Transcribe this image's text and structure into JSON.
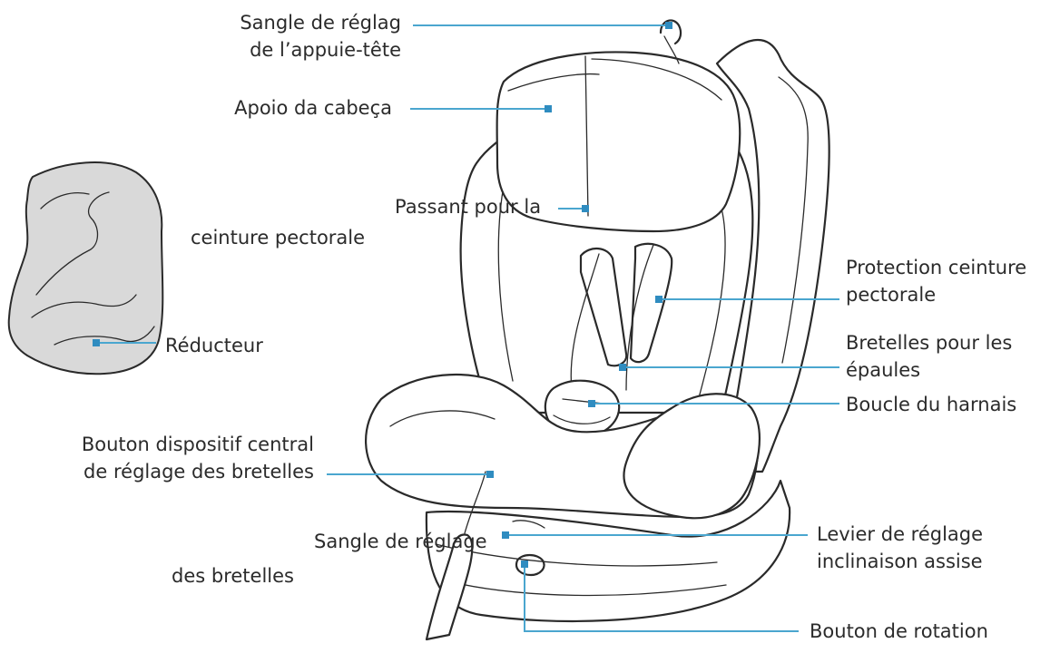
{
  "labels": {
    "head_strap": [
      "Sangle de réglag",
      "de l’appuie-tête"
    ],
    "headrest": [
      "Apoio da cabeça"
    ],
    "belt_guide_top": [
      "Passant pour la"
    ],
    "belt_guide_bottom": [
      "ceinture pectorale"
    ],
    "reducer": [
      "Réducteur"
    ],
    "chest_protection": [
      "Protection ceinture",
      "pectorale"
    ],
    "shoulder_straps": [
      "Bretelles pour les",
      "épaules"
    ],
    "harness_buckle": [
      "Boucle du harnais"
    ],
    "central_adjuster": [
      "Bouton dispositif central",
      "de réglage des bretelles"
    ],
    "strap_adjust_top": [
      "Sangle de réglage"
    ],
    "strap_adjust_bottom": [
      "des bretelles"
    ],
    "recline_lever": [
      "Levier de réglage",
      "inclinaison assise"
    ],
    "rotation_button": [
      "Bouton de rotation"
    ]
  },
  "colors": {
    "leader_line": "#4aa6cf",
    "marker": "#2f8cc0",
    "outline": "#2a2a2a",
    "reducer_fill": "#d9d9d9"
  }
}
